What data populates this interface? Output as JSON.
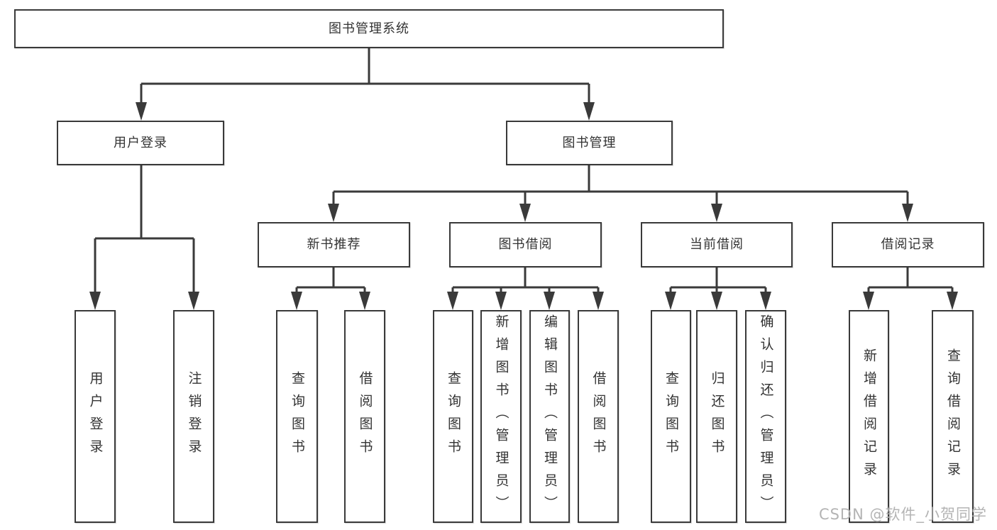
{
  "diagram": {
    "title": "图书管理系统",
    "watermark": "CSDN @软件_小贺同学",
    "colors": {
      "line": "#3a3a3a",
      "text": "#333333",
      "watermark": "#b4b4b4",
      "background": "#ffffff"
    },
    "nodes": [
      {
        "id": "root",
        "label": "图书管理系统",
        "parent": null
      },
      {
        "id": "user-login",
        "label": "用户登录",
        "parent": "root"
      },
      {
        "id": "book-management",
        "label": "图书管理",
        "parent": "root"
      },
      {
        "id": "new-book-rec",
        "label": "新书推荐",
        "parent": "book-management"
      },
      {
        "id": "book-borrow",
        "label": "图书借阅",
        "parent": "book-management"
      },
      {
        "id": "current-borrow",
        "label": "当前借阅",
        "parent": "book-management"
      },
      {
        "id": "borrow-records",
        "label": "借阅记录",
        "parent": "book-management"
      },
      {
        "id": "leaf-user-login",
        "label": "用户登录",
        "parent": "user-login"
      },
      {
        "id": "leaf-logout",
        "label": "注销登录",
        "parent": "user-login"
      },
      {
        "id": "leaf-rec-query",
        "label": "查询图书",
        "parent": "new-book-rec"
      },
      {
        "id": "leaf-rec-borrow",
        "label": "借阅图书",
        "parent": "new-book-rec"
      },
      {
        "id": "leaf-bb-query",
        "label": "查询图书",
        "parent": "book-borrow"
      },
      {
        "id": "leaf-bb-add",
        "label": "新增图书（管理员）",
        "parent": "book-borrow"
      },
      {
        "id": "leaf-bb-edit",
        "label": "编辑图书（管理员）",
        "parent": "book-borrow"
      },
      {
        "id": "leaf-bb-borrow",
        "label": "借阅图书",
        "parent": "book-borrow"
      },
      {
        "id": "leaf-cb-query",
        "label": "查询图书",
        "parent": "current-borrow"
      },
      {
        "id": "leaf-cb-return",
        "label": "归还图书",
        "parent": "current-borrow"
      },
      {
        "id": "leaf-cb-confirm",
        "label": "确认归还（管理员）",
        "parent": "current-borrow"
      },
      {
        "id": "leaf-br-add",
        "label": "新增借阅记录",
        "parent": "borrow-records"
      },
      {
        "id": "leaf-br-query",
        "label": "查询借阅记录",
        "parent": "borrow-records"
      }
    ]
  }
}
